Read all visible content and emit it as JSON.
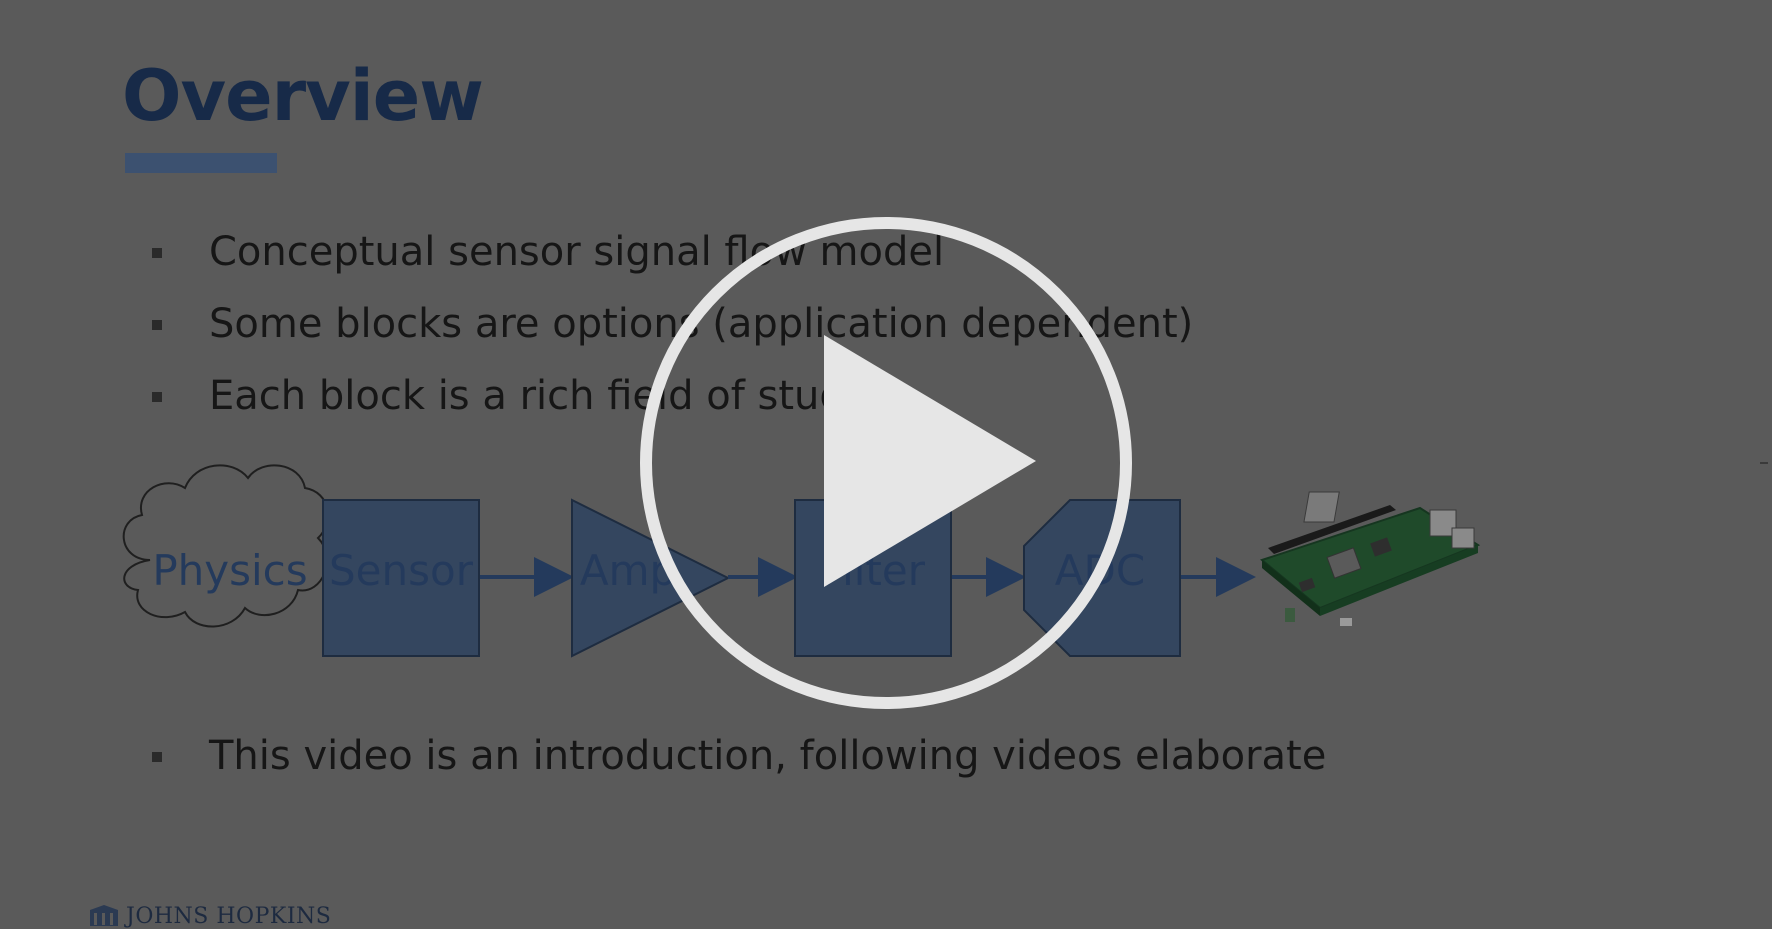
{
  "slide": {
    "title": "Overview",
    "bullets": [
      "Conceptual sensor signal flow model",
      "Some blocks are options (application dependent)",
      "Each block is a rich field of study"
    ],
    "final_bullet": "This video is an introduction, following videos elaborate",
    "diagram": {
      "blocks": [
        "Physics",
        "Sensor",
        "Amp",
        "Filter",
        "ADC"
      ],
      "device_icon": "raspberry-pi-board-icon"
    },
    "footer_logo": "JOHNS HOPKINS"
  },
  "player": {
    "play_icon": "play-icon"
  },
  "colors": {
    "background": "#5a5a5a",
    "block_fill": "#34465f",
    "block_text": "#243a5c",
    "title": "#172a48",
    "play": "#e6e6e6"
  }
}
